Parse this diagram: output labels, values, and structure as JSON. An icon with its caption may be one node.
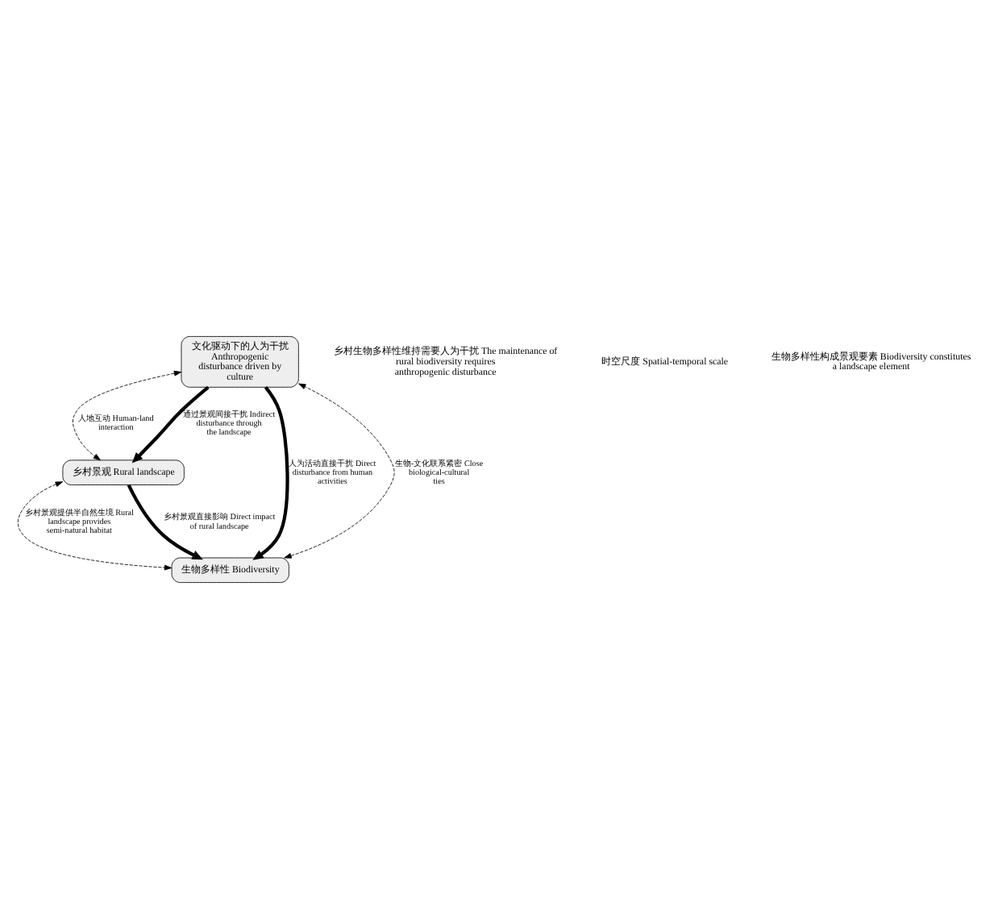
{
  "diagram": {
    "nodes": [
      {
        "text": [
          "文化驱动下的人为干扰 Anthropogenic disturbance driven by culture"
        ]
      },
      {
        "text": [
          "乡村景观 Rural landscape"
        ]
      },
      {
        "text": [
          "生物多样性 Biodiversity"
        ]
      }
    ],
    "edges": [
      {
        "from": 2,
        "to": 0,
        "arrow": "both",
        "style": "dashed",
        "label": "生物-文化联系紧密 Close biological-cultural ties"
      },
      {
        "from": 0,
        "to": 1,
        "arrow": "both",
        "style": "dashed",
        "label": "人地互动 Human-land interaction"
      },
      {
        "from": 1,
        "to": 2,
        "arrow": "both",
        "style": "dashed",
        "label": "乡村景观提供半自然生境 Rural landscape provides semi-natural habitat"
      },
      {
        "from": 0,
        "to": 2,
        "arrow": "to",
        "style": "thick",
        "label": "人为活动直接干扰 Direct disturbance from human activities"
      },
      {
        "from": 0,
        "to": 1,
        "arrow": "to",
        "style": "thick",
        "label": "通过景观间接干扰 Indirect disturbance through the landscape"
      },
      {
        "from": 1,
        "to": 2,
        "arrow": "to",
        "style": "thick",
        "label": "乡村景观直接影响 Direct impact of rural landscape"
      }
    ],
    "labels": [
      "乡村生物多样性维持需要人为干扰 The maintenance of rural biodiversity requires anthropogenic disturbance",
      "时空尺度 Spatial-temporal scale",
      "生物多样性构成景观要素 Biodiversity constitutes a landscape element"
    ]
  }
}
